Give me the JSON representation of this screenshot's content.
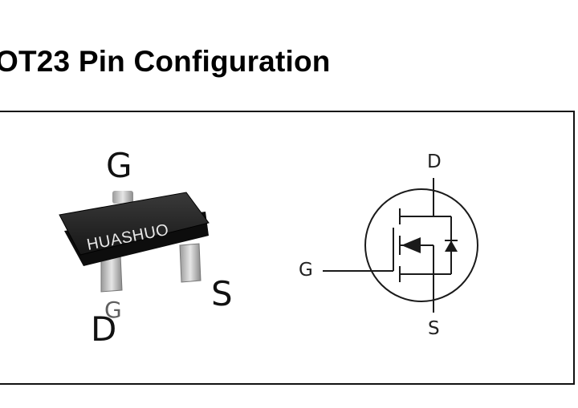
{
  "title": "OT23 Pin Configuration",
  "package": {
    "marking": "HUASHUO",
    "pin_labels": {
      "top": "G",
      "right": "S",
      "bottom_left": "D",
      "bottom_left_overlap": "G"
    }
  },
  "symbol": {
    "drain_label": "D",
    "gate_label": "G",
    "source_label": "S"
  }
}
